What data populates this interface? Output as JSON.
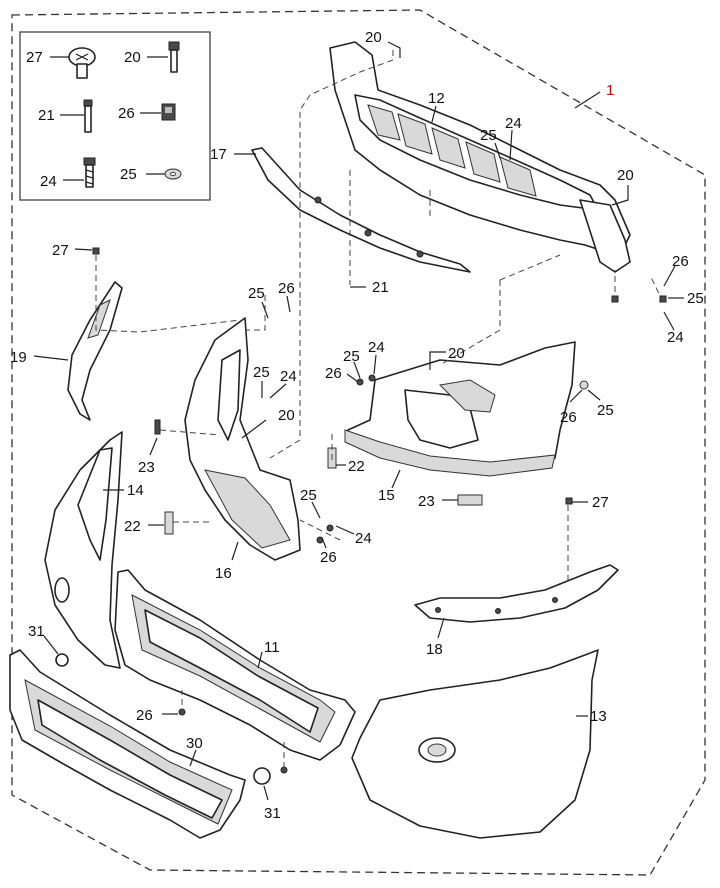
{
  "assembly_callout": {
    "label": "1",
    "color": "#cc0000"
  },
  "callouts": {
    "c20_top": "20",
    "c12": "12",
    "c24_grille": "24",
    "c25_grille": "25",
    "c20_right": "20",
    "c17": "17",
    "c21_mid": "21",
    "c27_left": "27",
    "c19": "19",
    "c25_bracket": "25",
    "c26_bracket": "26",
    "c25_inner": "25",
    "c24_inner": "24",
    "c20_inner": "20",
    "c23_left": "23",
    "c14": "14",
    "c22_left": "22",
    "c16": "16",
    "c25_lower": "25",
    "c24_lower": "24",
    "c26_lower": "26",
    "c26_right": "26",
    "c25_right": "25",
    "c24_right": "24",
    "c25_mount": "25",
    "c24_mount": "24",
    "c26_mount": "26",
    "c20_mount": "20",
    "c26_corner": "26",
    "c25_corner": "25",
    "c22_mount": "22",
    "c15": "15",
    "c23_mount": "23",
    "c27_right": "27",
    "c18": "18",
    "c11": "11",
    "c31_upper": "31",
    "c26_bottom": "26",
    "c30": "30",
    "c31_lower": "31",
    "c13": "13"
  },
  "fastener_key": [
    {
      "label": "27",
      "icon": "push-rivet-icon"
    },
    {
      "label": "20",
      "icon": "bolt-icon"
    },
    {
      "label": "21",
      "icon": "pin-icon"
    },
    {
      "label": "26",
      "icon": "clip-nut-icon"
    },
    {
      "label": "24",
      "icon": "screw-icon"
    },
    {
      "label": "25",
      "icon": "washer-icon"
    }
  ]
}
